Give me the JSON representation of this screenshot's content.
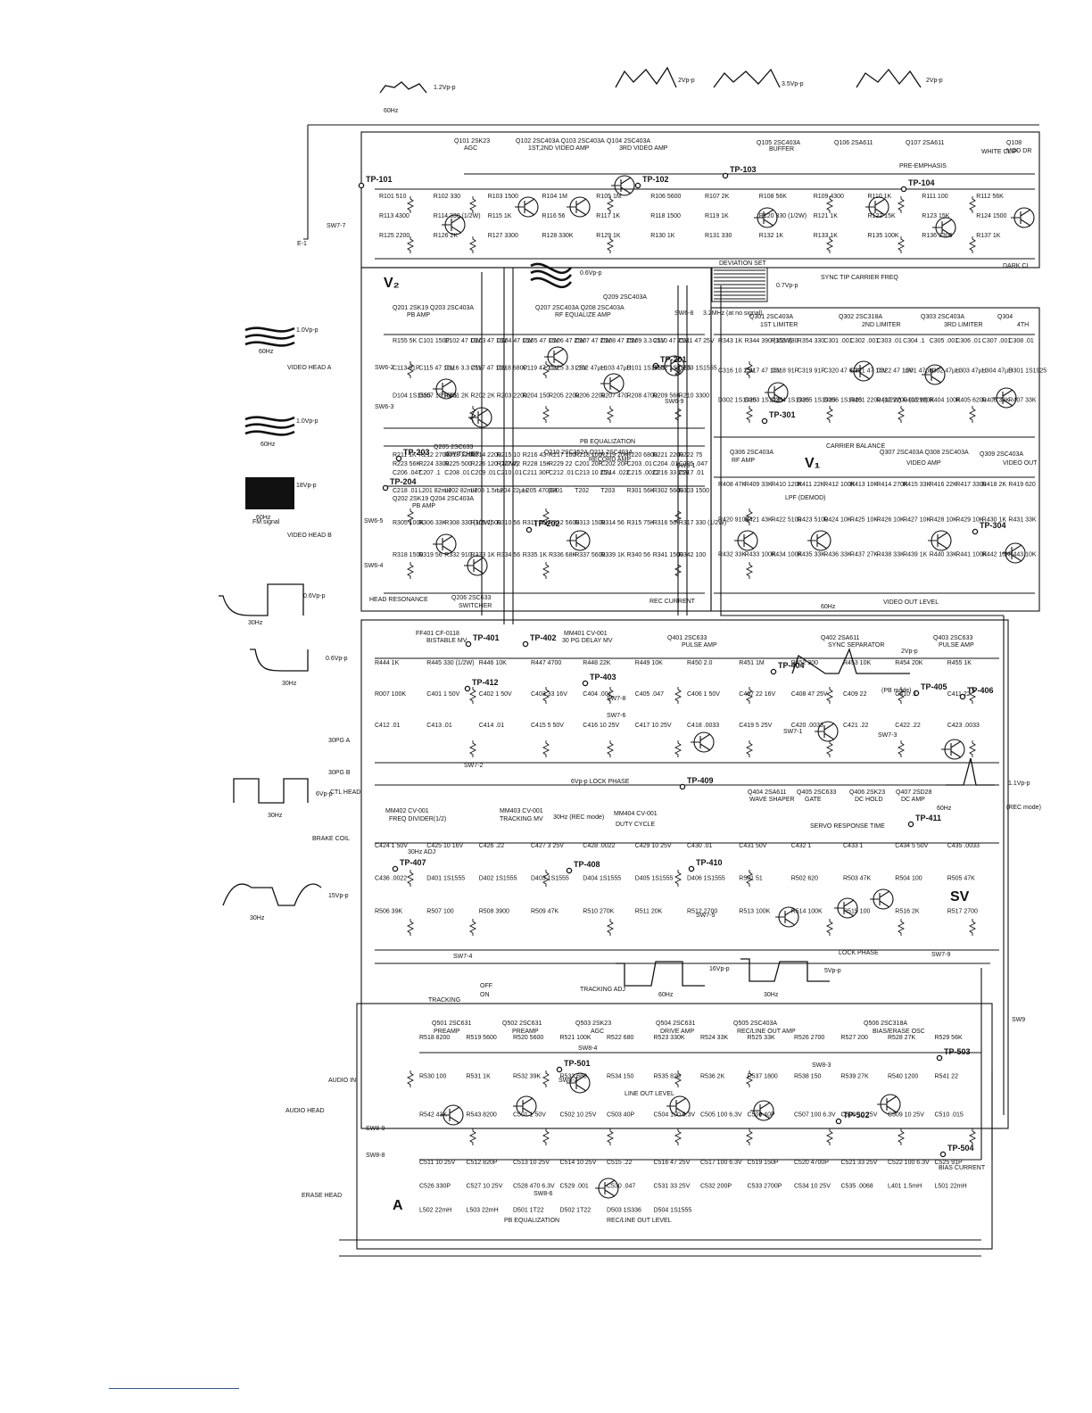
{
  "sections": {
    "v2": "V₂",
    "v1": "V₁",
    "sv": "SV",
    "a": "A"
  },
  "stage_labels": [
    "Q101 2SK23",
    "AGC",
    "Q102 2SC403A  Q103 2SC403A",
    "1ST,2ND VIDEO AMP",
    "Q104 2SC403A",
    "3RD VIDEO AMP",
    "Q105 2SC403A",
    "BUFFER",
    "Q106 2SA611",
    "Q107 2SA611",
    "PRE-EMPHASIS",
    "WHITE CLIP",
    "Q108",
    "MOD DR",
    "Q201 2SK19  Q203 2SC403A",
    "PB AMP",
    "Q207 2SC403A  Q208 2SC403A",
    "RF EQUALIZE AMP",
    "Q209 2SC403A",
    "Q301 2SC403A",
    "1ST LIMITER",
    "Q302 2SC318A",
    "2ND LIMITER",
    "Q303 2SC403A",
    "3RD LIMITER",
    "Q304",
    "4TH",
    "PB EQUALIZATION",
    "Q210 2SC352A  Q211 2SC403A",
    "RECORD AMP",
    "Q202 2SK19  Q204 2SC403A",
    "PB AMP",
    "Q205 2SC633",
    "SWITCHER",
    "Q206 2SC633",
    "SWITCHER",
    "Q306 2SC403A",
    "RF AMP",
    "Q307 2SC403A  Q308 2SC403A",
    "VIDEO AMP",
    "Q309 2SC403A",
    "VIDEO OUT",
    "LPF (DEMOD)",
    "CARRIER BALANCE",
    "VIDEO OUT LEVEL",
    "REC CURRENT",
    "HEAD RESONANCE",
    "FF401 CF-0118",
    "BISTABLE MV",
    "MM401 CV-001",
    "30 PG DELAY MV",
    "Q401 2SC633",
    "PULSE AMP",
    "Q402 2SA611",
    "SYNC SEPARATOR",
    "Q403 2SC633",
    "PULSE AMP",
    "(PB mode)",
    "MM402 CV-001",
    "FREQ DIVIDER(1/2)",
    "MM403 CV-001",
    "TRACKING MV",
    "MM404 CV-001",
    "DUTY CYCLE",
    "Q404 2SA611",
    "WAVE SHAPER",
    "Q405 2SC633",
    "GATE",
    "Q406 2SK23",
    "DC HOLD",
    "Q407 2SD28",
    "DC AMP",
    "SERVO RESPONSE TIME",
    "30Hz ADJ",
    "LOCK PHASE",
    "TRACKING ADJ",
    "TRACKING",
    "Q501 2SC631",
    "PREAMP",
    "Q502 2SC631",
    "PREAMP",
    "Q503 2SK23",
    "AGC",
    "Q504 2SC631",
    "DRIVE AMP",
    "Q505 2SC403A",
    "REC/LINE OUT AMP",
    "Q506 2SC318A",
    "BIAS/ERASE OSC",
    "PB EQUALIZATION",
    "REC/LINE OUT LEVEL",
    "LINE OUT LEVEL",
    "BIAS CURRENT",
    "DEVIATION SET",
    "SYNC TIP CARRIER FREQ",
    "DARK CL",
    "3.2MHz (at no signal)",
    "30Hz (REC mode)",
    "(REC mode)"
  ],
  "inputs": [
    "VIDEO HEAD A",
    "VIDEO HEAD B",
    "30PG A",
    "30PG B",
    "CTL HEAD",
    "BRAKE COIL",
    "AUDIO IN",
    "AUDIO HEAD",
    "ERASE HEAD",
    "E-1",
    "FM signal"
  ],
  "test_points": [
    "TP-101",
    "TP-102",
    "TP-103",
    "TP-104",
    "TP-201",
    "TP-202",
    "TP-203",
    "TP-204",
    "TP-301",
    "TP-304",
    "TP-401",
    "TP-402",
    "TP-403",
    "TP-404",
    "TP-405",
    "TP-406",
    "TP-407",
    "TP-408",
    "TP-409",
    "TP-410",
    "TP-411",
    "TP-412",
    "TP-501",
    "TP-502",
    "TP-503",
    "TP-504"
  ],
  "switches": [
    "SW7-7",
    "SW6-2",
    "SW6-3",
    "SW6-8",
    "SW6-9",
    "SW6-1",
    "SW6-5",
    "SW6-4",
    "SW7-1",
    "SW7-2",
    "SW7-3",
    "SW7-4",
    "SW7-5",
    "SW7-6",
    "SW7-8",
    "SW7-9",
    "SW8-2",
    "SW8-3",
    "SW8-4",
    "SW8-6",
    "SW8-8",
    "SW8-9",
    "SW9",
    "OFF",
    "ON"
  ],
  "components": [
    "R101 510",
    "R102 330",
    "R103 1500",
    "R104 1M",
    "R105 1M",
    "R106 5600",
    "R107 2K",
    "R108 56K",
    "R109 4300",
    "R110 1K",
    "R111 100",
    "R112 56K",
    "R113 4300",
    "R114 330 (1/2W)",
    "R115 1K",
    "R116 56",
    "R117 1K",
    "R118 1500",
    "R119 1K",
    "R120 330 (1/2W)",
    "R121 1K",
    "R122 15K",
    "R123 15K",
    "R124 1500",
    "R125 2200",
    "R126 2K",
    "R127 3300",
    "R128 330K",
    "R129 1K",
    "R130 1K",
    "R131 330",
    "R132 1K",
    "R133 1K",
    "R135 100K",
    "R136 3300",
    "R137 1K",
    "R155 5K",
    "C101 150P",
    "C102 47 16V",
    "C103 47 16V",
    "C104 47 16V",
    "C105 47 16V",
    "C106 47 25V",
    "C107 47 25V",
    "C108 47 25V",
    "C109 3.3 25V",
    "C110 47 25V",
    "C111 47 25V",
    "C113 91P",
    "C115 47 16V",
    "C116 3.3 25V",
    "C117 47 16V",
    "C118 680P",
    "C119 47 25V",
    "C125 3.3 25V",
    "L102 47µH",
    "L103 47µH",
    "D101 1S1555",
    "D102 1S1555",
    "D103 1S1555",
    "D104 1S1555",
    "D107 1S1555",
    "R201 2K",
    "R202 2K",
    "R203 2200",
    "R204 150",
    "R205 2200",
    "R206 2200",
    "R207 470",
    "R208 4700",
    "R209 56K",
    "R210 3300",
    "R211 1K",
    "R212 2700",
    "R213 2200",
    "R214 2200",
    "R215 10",
    "R216 43",
    "R217 100",
    "R218 100",
    "R219 20K",
    "R220 6800",
    "R221 2200",
    "R222 75",
    "R223 56K",
    "R224 3300",
    "R225 500",
    "R226 120 (1/2W)",
    "R227 22",
    "R228 15K",
    "R229 22",
    "C201 20P",
    "C202 20P",
    "C203 .01",
    "C204 .01",
    "C205 .047",
    "C206 .047",
    "C207 .1",
    "C208 .01",
    "C209 .01",
    "C210 .01",
    "C211 30P",
    "C212 .01",
    "C213 10 25V",
    "C214 .022",
    "C215 .0022",
    "C216 33 25V",
    "C217 .01",
    "C218 .01",
    "L201 82mH",
    "L202 82mH",
    "L203 1.5mH",
    "L204 22µH",
    "L205 470µH",
    "T201",
    "T202",
    "T203",
    "R301 56K",
    "R302 5600",
    "R303 1500",
    "R305 100K",
    "R306 33K",
    "R308 330 (1/2W)",
    "R309 1500",
    "R310 56",
    "R311 75K",
    "R312 5600",
    "R313 1500",
    "R314 56",
    "R315 75K",
    "R316 56",
    "R317 330 (1/2W)",
    "R318 1500",
    "R319 56",
    "R332 910",
    "R333 1K",
    "R334 56",
    "R335 1K",
    "R336 68K",
    "R337 5600",
    "R339 1K",
    "R340 56",
    "R341 1500",
    "R342 100",
    "R343 1K",
    "R344 390 (1/2W)",
    "R353 330",
    "R354 330",
    "C301 .001",
    "C302 .001",
    "C303 .01",
    "C304 .1",
    "C305 .001",
    "C306 .01",
    "C307 .001",
    "C308 .01",
    "C316 10 25V",
    "C317 47 16V",
    "C318 91P",
    "C319 91P",
    "C320 47 6.3V",
    "C321 47 16V",
    "C322 47 16V",
    "L301 47µH",
    "L302 47µH",
    "L303 47µH",
    "L304 47µH",
    "D301 1S1925",
    "D302 1S1925",
    "D303 1S1925",
    "D304 1S1925",
    "D305 1S1925",
    "D306 1S1925",
    "R401 2200 (1/2W)",
    "R402 2200 (1/2W)",
    "R403 100K",
    "R404 100K",
    "R405 6200",
    "R406 33K",
    "R407 33K",
    "R408 47K",
    "R409 33K",
    "R410 120K",
    "R411 22K",
    "R412 100K",
    "R413 10K",
    "R414 270K",
    "R415 33K",
    "R416 22K",
    "R417 3300",
    "R418 2K",
    "R419 620",
    "R420 910K",
    "R421 43K",
    "R422 5100",
    "R423 5100",
    "R424 10K",
    "R425 10K",
    "R426 10K",
    "R427 10K",
    "R428 10K",
    "R429 10K",
    "R430 1K",
    "R431 33K",
    "R432 33K",
    "R433 100K",
    "R434 100K",
    "R435 33K",
    "R436 33K",
    "R437 27K",
    "R438 33K",
    "R439 1K",
    "R440 33K",
    "R441 100K",
    "R442 10K",
    "R443 10K",
    "R444 1K",
    "R445 330 (1/2W)",
    "R446 10K",
    "R447 4700",
    "R448 22K",
    "R449 10K",
    "R450 2.0",
    "R451 1M",
    "R452 300",
    "R453 10K",
    "R454 20K",
    "R455 1K",
    "R007 100K",
    "C401 1 50V",
    "C402 1 50V",
    "C403 33 16V",
    "C404 .001",
    "C405 .047",
    "C406 1 50V",
    "C407 22 16V",
    "C408 47 25V",
    "C409 22",
    "C410 .1",
    "C411 22",
    "C412 .01",
    "C413 .01",
    "C414 .01",
    "C415 5 50V",
    "C416 10 25V",
    "C417 10 25V",
    "C418 .0033",
    "C419 5 25V",
    "C420 .0033",
    "C421 .22",
    "C422 .22",
    "C423 .0033",
    "C424 1 50V",
    "C425 10 16V",
    "C426 .22",
    "C427 3 25V",
    "C428 .0022",
    "C429 10 25V",
    "C430 .01",
    "C431 50V",
    "C432 1",
    "C433 1",
    "C434 5 50V",
    "C435 .0033",
    "C436 .0022",
    "D401 1S1555",
    "D402 1S1555",
    "D403 1S1555",
    "D404 1S1555",
    "D405 1S1555",
    "D406 1S1555",
    "R501 51",
    "R502 620",
    "R503 47K",
    "R504 100",
    "R505 47K",
    "R506 39K",
    "R507 100",
    "R508 3900",
    "R509 47K",
    "R510 270K",
    "R511 20K",
    "R512 2700",
    "R513 100K",
    "R514 100K",
    "R515 100",
    "R516 2K",
    "R517 2700",
    "R518 8200",
    "R519 5600",
    "R520 5600",
    "R521 100K",
    "R522 680",
    "R523 330K",
    "R524 33K",
    "R525 33K",
    "R526 2700",
    "R527 200",
    "R528 27K",
    "R529 56K",
    "R530 100",
    "R531 1K",
    "R532 39K",
    "R533 680",
    "R534 150",
    "R535 820",
    "R536 2K",
    "R537 1800",
    "R538 150",
    "R539 27K",
    "R540 1200",
    "R541 22",
    "R542 43K",
    "R543 8200",
    "C501 1 50V",
    "C502 10 25V",
    "C503 40P",
    "C504 100 6.3V",
    "C505 100 6.3V",
    "C506 40P",
    "C507 100 6.3V",
    "C508 10 25V",
    "C509 10 25V",
    "C510 .015",
    "C511 10 25V",
    "C512 820P",
    "C513 10 25V",
    "C514 10 25V",
    "C515 .22",
    "C516 47 25V",
    "C517 100 6.3V",
    "C519 150P",
    "C520 4700P",
    "C521 33 25V",
    "C522 100 6.3V",
    "C525 91P",
    "C526 330P",
    "C527 10 25V",
    "C528 470 6.3V",
    "C529 .001",
    "C530 .047",
    "C531 33 25V",
    "C532 200P",
    "C533 2700P",
    "C534 10 25V",
    "C535 .0068",
    "L401 1.5mH",
    "L501 22mH",
    "L502 22mH",
    "L503 22mH",
    "D501 1T22",
    "D502 1T22",
    "D503 1S336",
    "D504 1S1555"
  ],
  "waveform_labels": [
    "1.2Vp-p",
    "60Hz",
    "2Vp-p",
    "3.5Vp-p",
    "2Vp-p",
    "0.6Vp-p",
    "0.7Vp-p",
    "60Hz",
    "1.0Vp-p",
    "60Hz",
    "1.0Vp-p",
    "60Hz",
    "18Vp-p",
    "60Hz",
    "0.6Vp-p",
    "30Hz",
    "0.6Vp-p",
    "30Hz",
    "6Vp-p",
    "30Hz",
    "15Vp-p",
    "30Hz",
    "2Vp-p",
    "1.1Vp-p",
    "60Hz",
    "60Hz",
    "16Vp-p",
    "5Vp-p",
    "30Hz",
    "6Vp-p LOCK PHASE"
  ]
}
